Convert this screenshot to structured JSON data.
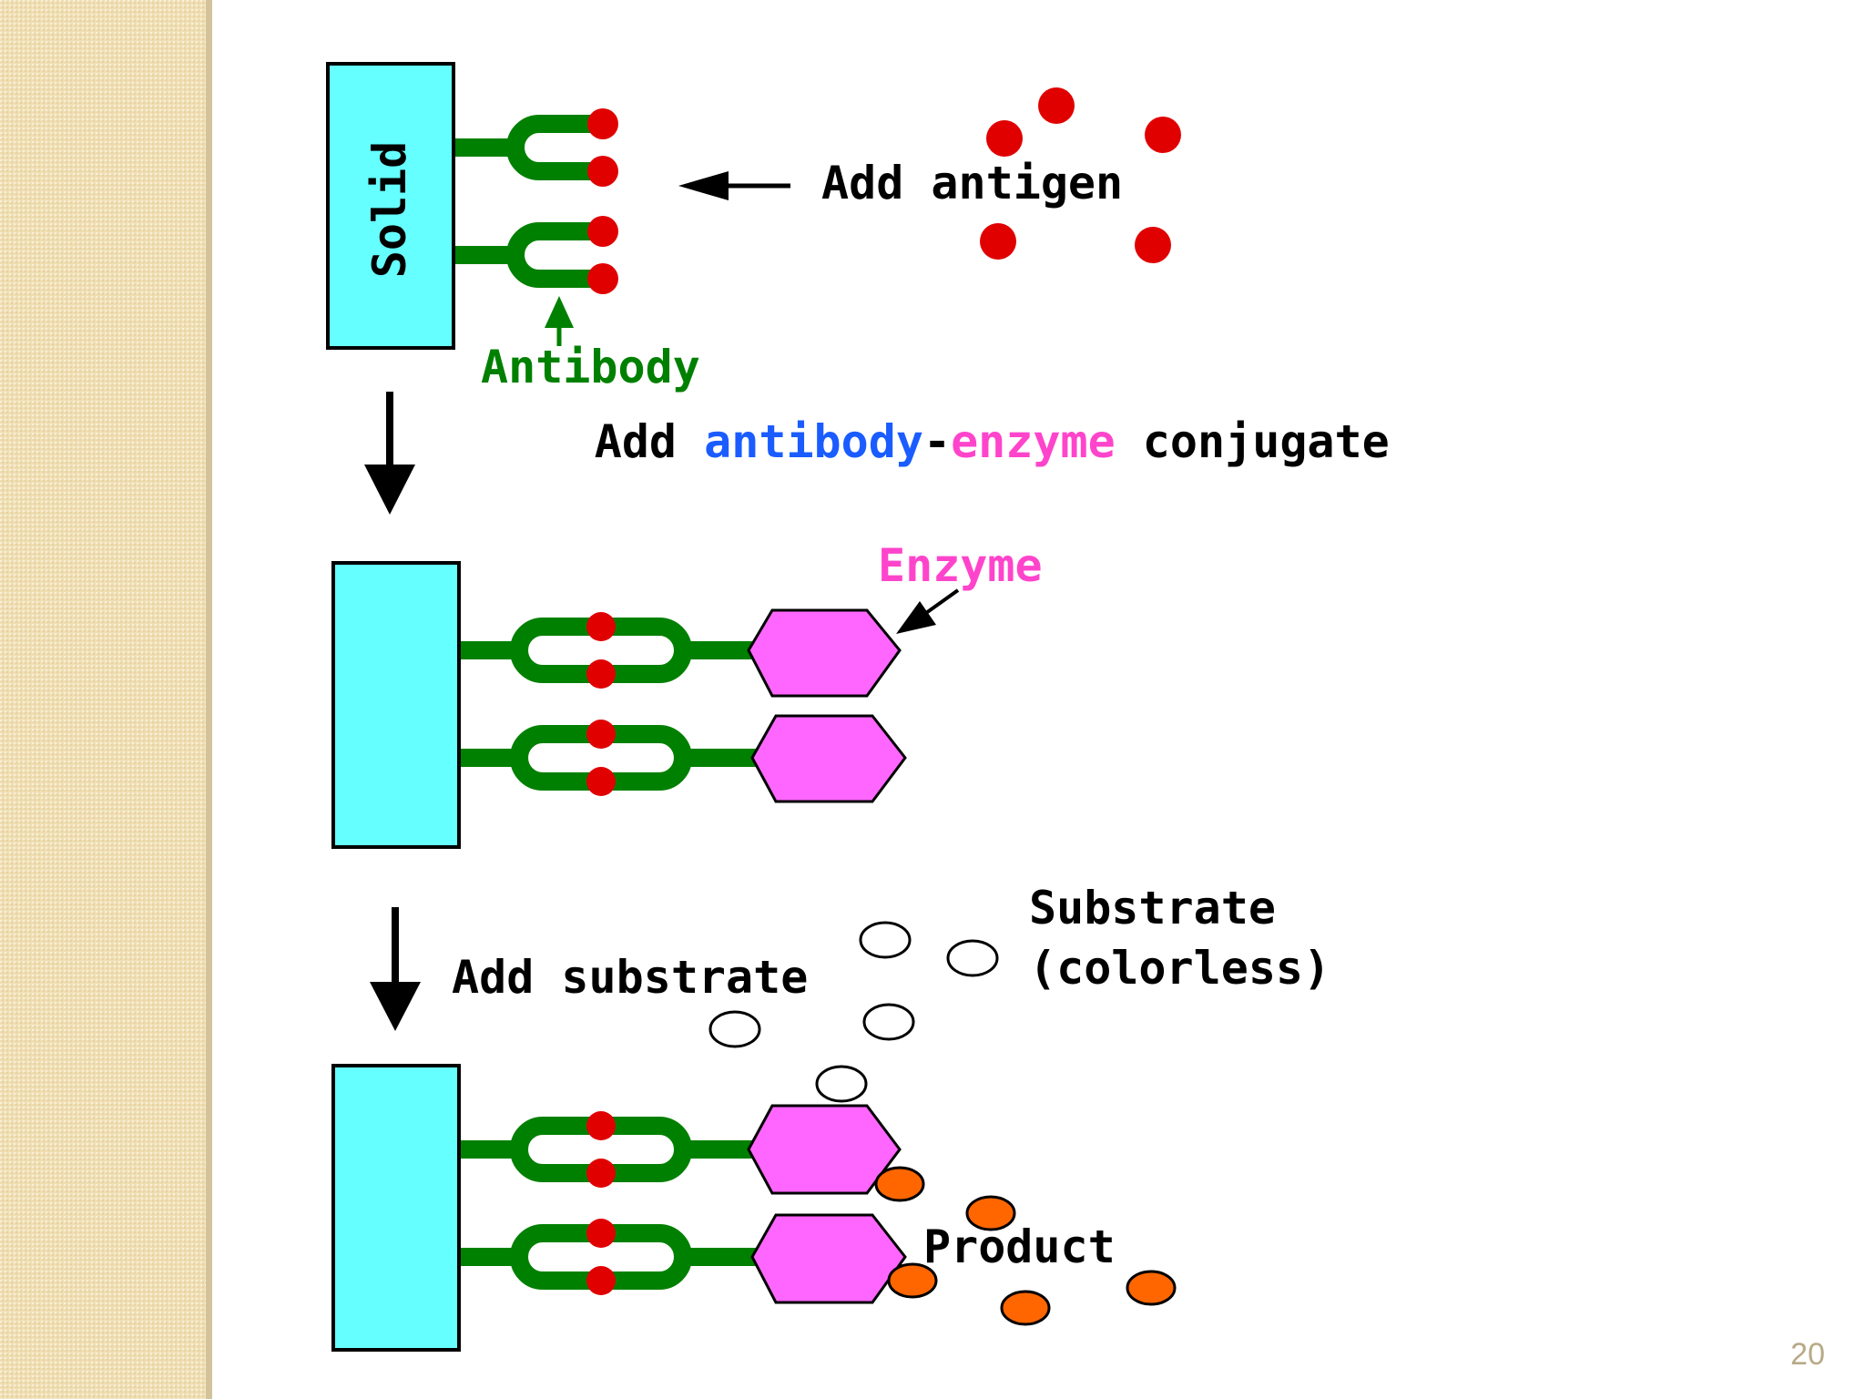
{
  "labels": {
    "solid": "Solid",
    "add_antigen": "Add antigen",
    "antibody": "Antibody",
    "step2_add": "Add ",
    "step2_antibody": "antibody",
    "step2_dash": "-",
    "step2_enzyme": "enzyme",
    "step2_conjugate": " conjugate",
    "enzyme": "Enzyme",
    "add_substrate": "Add substrate",
    "substrate": "Substrate",
    "colorless": "(colorless)",
    "product": "Product"
  },
  "page_number": "20",
  "colors": {
    "solid_phase": "#66ffff",
    "antibody": "#008000",
    "antigen": "#e00000",
    "enzyme": "#ff66ff",
    "product": "#ff6600",
    "label_antibody_blue": "#1a5cff",
    "label_enzyme_pink": "#ff44cc",
    "side_panel": "#f0dfb3"
  }
}
